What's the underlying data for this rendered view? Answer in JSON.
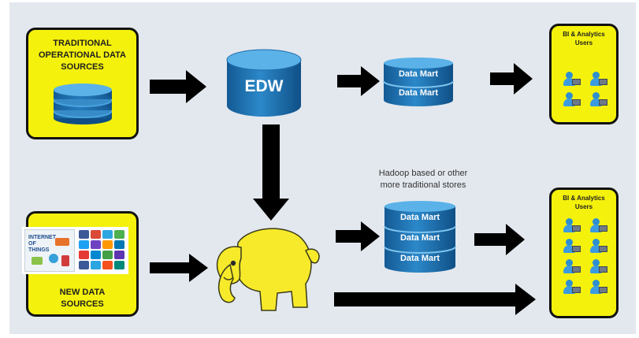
{
  "sources": {
    "traditional_label": "TRADITIONAL\nOPERATIONAL DATA\nSOURCES",
    "new_label": "NEW DATA\nSOURCES"
  },
  "edw": {
    "label": "EDW"
  },
  "data_marts": {
    "top": [
      "Data Mart",
      "Data Mart"
    ],
    "bottom": [
      "Data Mart",
      "Data Mart",
      "Data Mart"
    ]
  },
  "hadoop_caption": "Hadoop based or other\nmore traditional stores",
  "users_boxes": [
    {
      "label": "BI & Analytics\nUsers",
      "user_count": 4
    },
    {
      "label": "BI & Analytics\nUsers",
      "user_count": 8
    }
  ],
  "collage_text": "INTERNET\nOF\nTHINGS",
  "colors": {
    "box_fill": "#f4f10c",
    "panel": "#e3e8ee",
    "cylinder": "#1e6fb3",
    "elephant": "#f7ea2a",
    "arrow": "#000000"
  },
  "icons": [
    "database-icon",
    "edw-cylinder-icon",
    "data-mart-cylinder-icon",
    "user-laptop-icon",
    "hadoop-elephant-icon",
    "social-media-icons",
    "arrow-icon"
  ]
}
